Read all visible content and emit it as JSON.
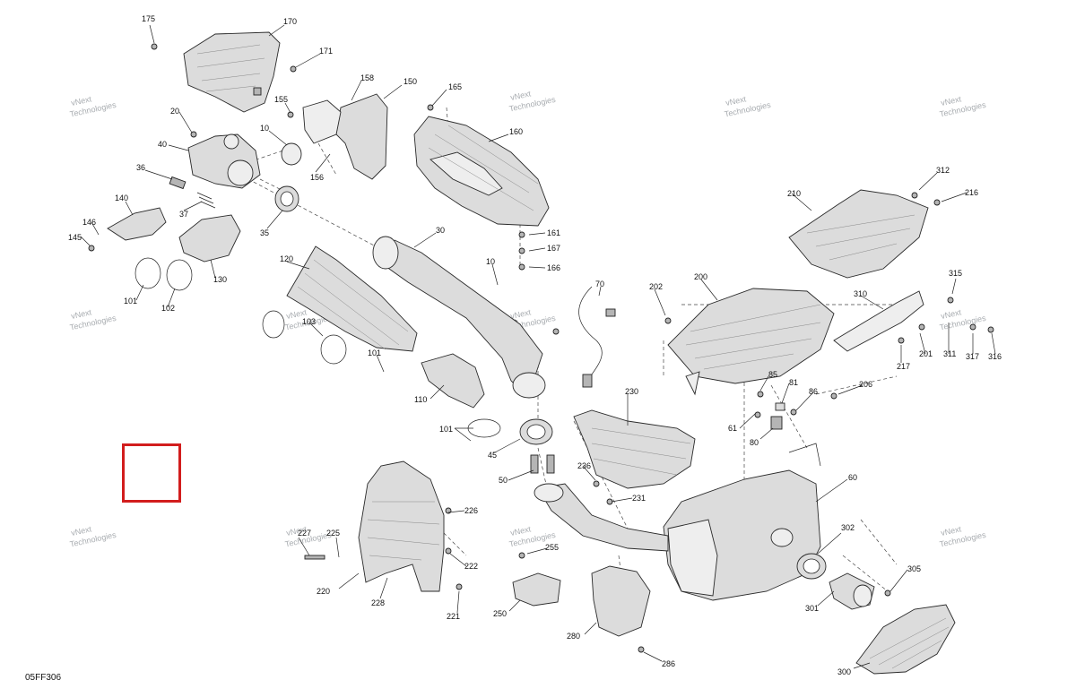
{
  "diagram": {
    "code": "05FF306",
    "watermark_line1": "vNext",
    "watermark_line2": "Technologies",
    "watermark_small": "vNext Technologies",
    "highlight_color": "#d21d1d"
  },
  "callouts": [
    {
      "id": "c175",
      "label": "175"
    },
    {
      "id": "c170",
      "label": "170"
    },
    {
      "id": "c171",
      "label": "171"
    },
    {
      "id": "c158",
      "label": "158"
    },
    {
      "id": "c150",
      "label": "150"
    },
    {
      "id": "c165",
      "label": "165"
    },
    {
      "id": "c155",
      "label": "155"
    },
    {
      "id": "c20",
      "label": "20"
    },
    {
      "id": "c10a",
      "label": "10"
    },
    {
      "id": "c160",
      "label": "160"
    },
    {
      "id": "c40",
      "label": "40"
    },
    {
      "id": "c156",
      "label": "156"
    },
    {
      "id": "c36",
      "label": "36"
    },
    {
      "id": "c140",
      "label": "140"
    },
    {
      "id": "c37",
      "label": "37"
    },
    {
      "id": "c146",
      "label": "146"
    },
    {
      "id": "c145",
      "label": "145"
    },
    {
      "id": "c35",
      "label": "35"
    },
    {
      "id": "c30",
      "label": "30"
    },
    {
      "id": "c161",
      "label": "161"
    },
    {
      "id": "c167",
      "label": "167"
    },
    {
      "id": "c166",
      "label": "166"
    },
    {
      "id": "c130",
      "label": "130"
    },
    {
      "id": "c120",
      "label": "120"
    },
    {
      "id": "c10b",
      "label": "10"
    },
    {
      "id": "c101a",
      "label": "101"
    },
    {
      "id": "c102",
      "label": "102"
    },
    {
      "id": "c103",
      "label": "103"
    },
    {
      "id": "c70",
      "label": "70"
    },
    {
      "id": "c101b",
      "label": "101"
    },
    {
      "id": "c110",
      "label": "110"
    },
    {
      "id": "c101c",
      "label": "101"
    },
    {
      "id": "c45",
      "label": "45"
    },
    {
      "id": "c50",
      "label": "50"
    },
    {
      "id": "c210",
      "label": "210"
    },
    {
      "id": "c312",
      "label": "312"
    },
    {
      "id": "c216",
      "label": "216"
    },
    {
      "id": "c200",
      "label": "200"
    },
    {
      "id": "c202",
      "label": "202"
    },
    {
      "id": "c315",
      "label": "315"
    },
    {
      "id": "c310",
      "label": "310"
    },
    {
      "id": "c311",
      "label": "311"
    },
    {
      "id": "c317",
      "label": "317"
    },
    {
      "id": "c316",
      "label": "316"
    },
    {
      "id": "c201",
      "label": "201"
    },
    {
      "id": "c217",
      "label": "217"
    },
    {
      "id": "c85",
      "label": "85"
    },
    {
      "id": "c81",
      "label": "81"
    },
    {
      "id": "c86",
      "label": "86"
    },
    {
      "id": "c206",
      "label": "206"
    },
    {
      "id": "c230",
      "label": "230"
    },
    {
      "id": "c61",
      "label": "61"
    },
    {
      "id": "c80",
      "label": "80"
    },
    {
      "id": "c236",
      "label": "236"
    },
    {
      "id": "c231",
      "label": "231"
    },
    {
      "id": "c60",
      "label": "60"
    },
    {
      "id": "c226",
      "label": "226"
    },
    {
      "id": "c227",
      "label": "227"
    },
    {
      "id": "c225",
      "label": "225"
    },
    {
      "id": "c222",
      "label": "222"
    },
    {
      "id": "c220",
      "label": "220"
    },
    {
      "id": "c228",
      "label": "228"
    },
    {
      "id": "c221",
      "label": "221"
    },
    {
      "id": "c255",
      "label": "255"
    },
    {
      "id": "c250",
      "label": "250"
    },
    {
      "id": "c280",
      "label": "280"
    },
    {
      "id": "c286",
      "label": "286"
    },
    {
      "id": "c302",
      "label": "302"
    },
    {
      "id": "c305",
      "label": "305"
    },
    {
      "id": "c301",
      "label": "301"
    },
    {
      "id": "c300",
      "label": "300"
    }
  ]
}
